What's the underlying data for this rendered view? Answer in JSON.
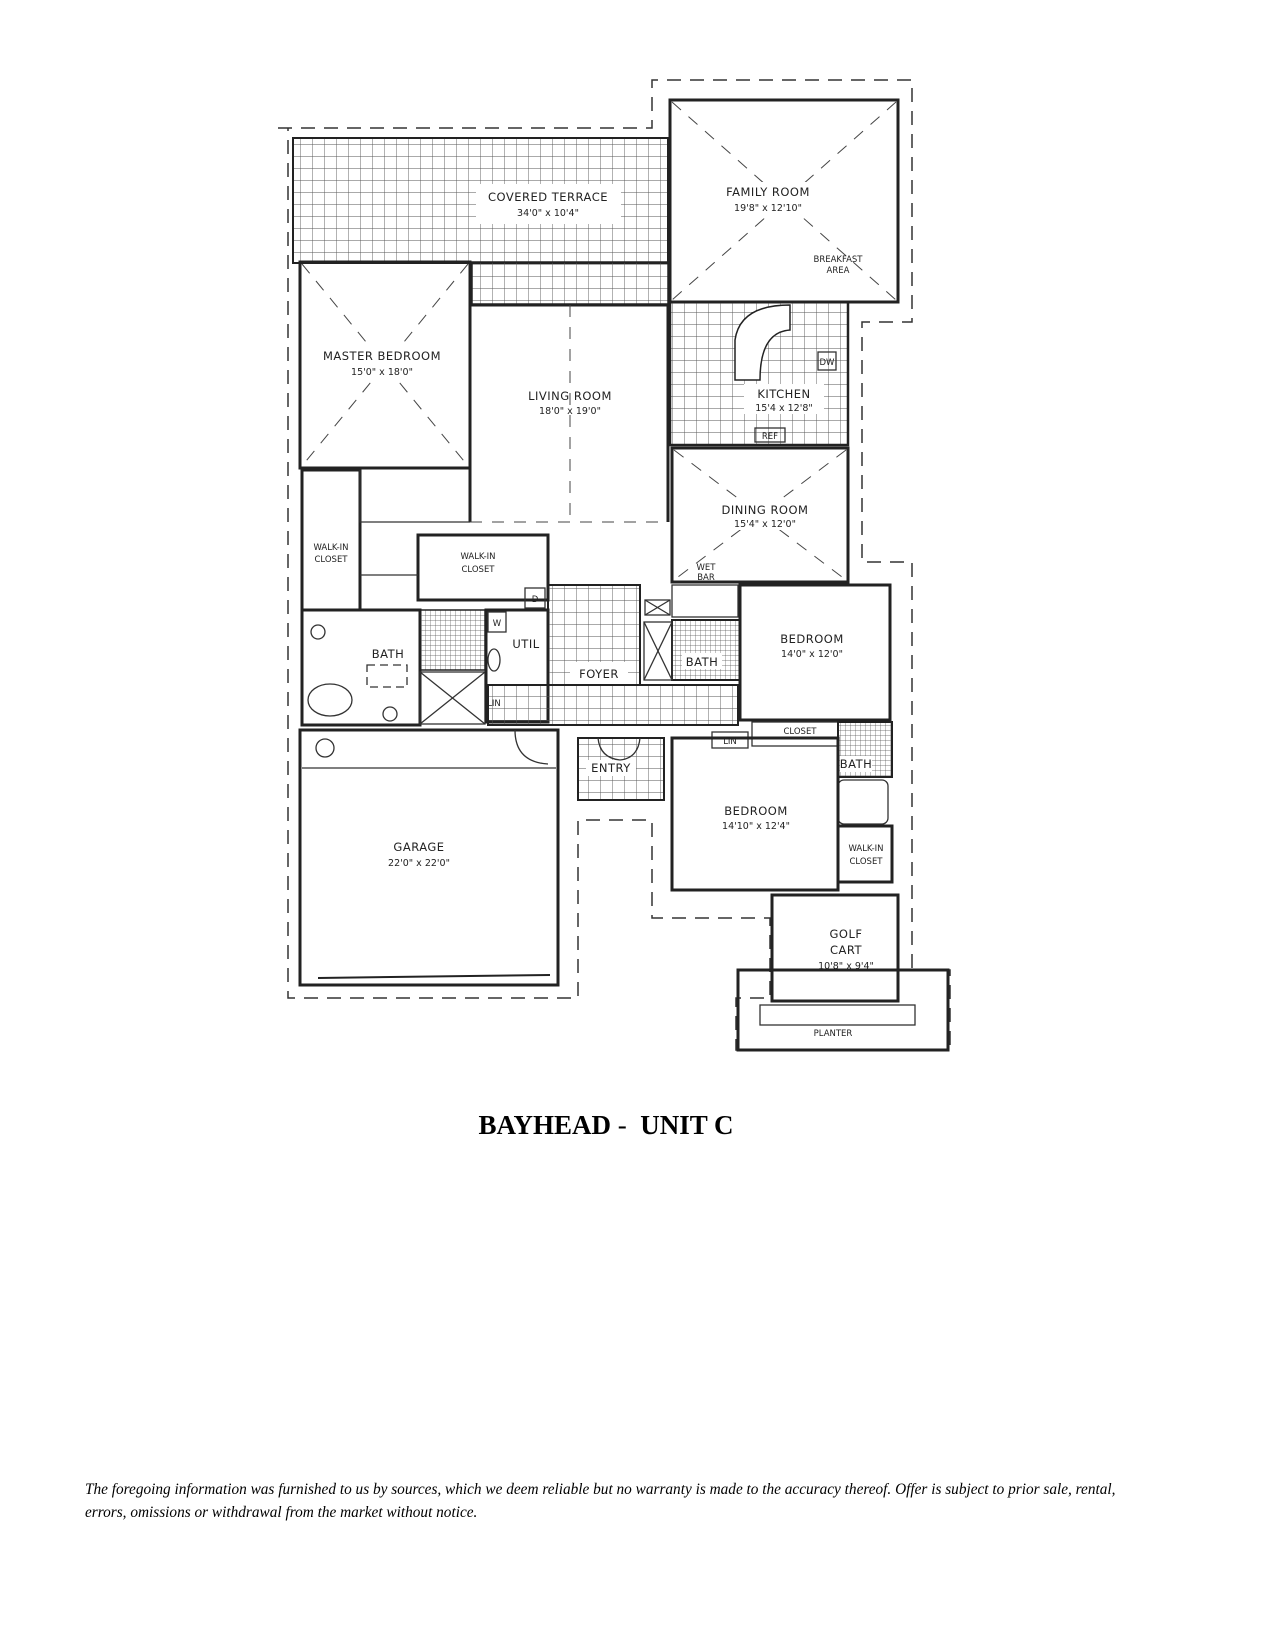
{
  "plan": {
    "rooms": {
      "covered_terrace": {
        "name": "COVERED TERRACE",
        "size": "34'0\" x 10'4\""
      },
      "family_room": {
        "name": "FAMILY ROOM",
        "size": "19'8\" x 12'10\""
      },
      "breakfast_area": {
        "line1": "BREAKFAST",
        "line2": "AREA"
      },
      "master_bedroom": {
        "name": "MASTER BEDROOM",
        "size": "15'0\" x 18'0\""
      },
      "living_room": {
        "name": "LIVING ROOM",
        "size": "18'0\" x 19'0\""
      },
      "kitchen": {
        "name": "KITCHEN",
        "size": "15'4 x 12'8\"",
        "dw": "DW",
        "ref": "REF"
      },
      "dining_room": {
        "name": "DINING ROOM",
        "size": "15'4\" x 12'0\""
      },
      "wet_bar": {
        "line1": "WET",
        "line2": "BAR"
      },
      "walk_in_closet_1": {
        "line1": "WALK-IN",
        "line2": "CLOSET"
      },
      "walk_in_closet_2": {
        "line1": "WALK-IN",
        "line2": "CLOSET"
      },
      "master_bath": {
        "name": "BATH"
      },
      "utility": {
        "name": "UTIL",
        "w": "W",
        "d": "D",
        "lin": "LIN"
      },
      "foyer": {
        "name": "FOYER"
      },
      "bath_2": {
        "name": "BATH"
      },
      "bedroom_1": {
        "name": "BEDROOM",
        "size": "14'0\" x 12'0\""
      },
      "closet": {
        "name": "CLOSET"
      },
      "linen": {
        "name": "LIN"
      },
      "entry": {
        "name": "ENTRY"
      },
      "bath_3": {
        "name": "BATH"
      },
      "bedroom_2": {
        "name": "BEDROOM",
        "size": "14'10\" x 12'4\""
      },
      "walk_in_closet_3": {
        "line1": "WALK-IN",
        "line2": "CLOSET"
      },
      "garage": {
        "name": "GARAGE",
        "size": "22'0\" x 22'0\""
      },
      "golf_cart": {
        "line1": "GOLF",
        "line2": "CART",
        "size": "10'8\" x 9'4\""
      },
      "planter": {
        "name": "PLANTER"
      }
    }
  },
  "title": {
    "name": "BAYHEAD",
    "separator": "-",
    "unit": "UNIT C"
  },
  "disclaimer": "The foregoing information was furnished to us by sources, which we deem reliable but no warranty is made to the accuracy thereof. Offer is subject to prior sale, rental, errors, omissions or withdrawal from the market without notice."
}
